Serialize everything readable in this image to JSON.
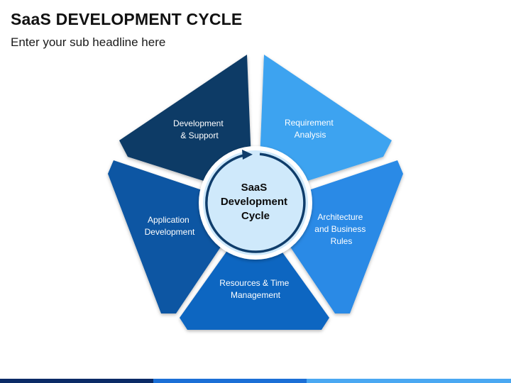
{
  "header": {
    "title": "SaaS DEVELOPMENT CYCLE",
    "subtitle": "Enter your sub headline here"
  },
  "diagram": {
    "center_lines": [
      "SaaS",
      "Development",
      "Cycle"
    ],
    "segments": [
      {
        "id": "development-support",
        "lines": [
          "Development",
          "& Support"
        ],
        "color": "#0e3a66"
      },
      {
        "id": "requirement-analysis",
        "lines": [
          "Requirement",
          "Analysis"
        ],
        "color": "#3ea3f0"
      },
      {
        "id": "architecture-business-rules",
        "lines": [
          "Architecture",
          "and Business",
          "Rules"
        ],
        "color": "#2b8ae6"
      },
      {
        "id": "resources-time-management",
        "lines": [
          "Resources & Time",
          "Management"
        ],
        "color": "#1166c1"
      },
      {
        "id": "application-development",
        "lines": [
          "Application",
          "Development"
        ],
        "color": "#0f57a3"
      }
    ],
    "colors": {
      "center_fill": "#cfe9fb",
      "center_ring": "#0f3d6b",
      "gap": "#ffffff"
    }
  }
}
